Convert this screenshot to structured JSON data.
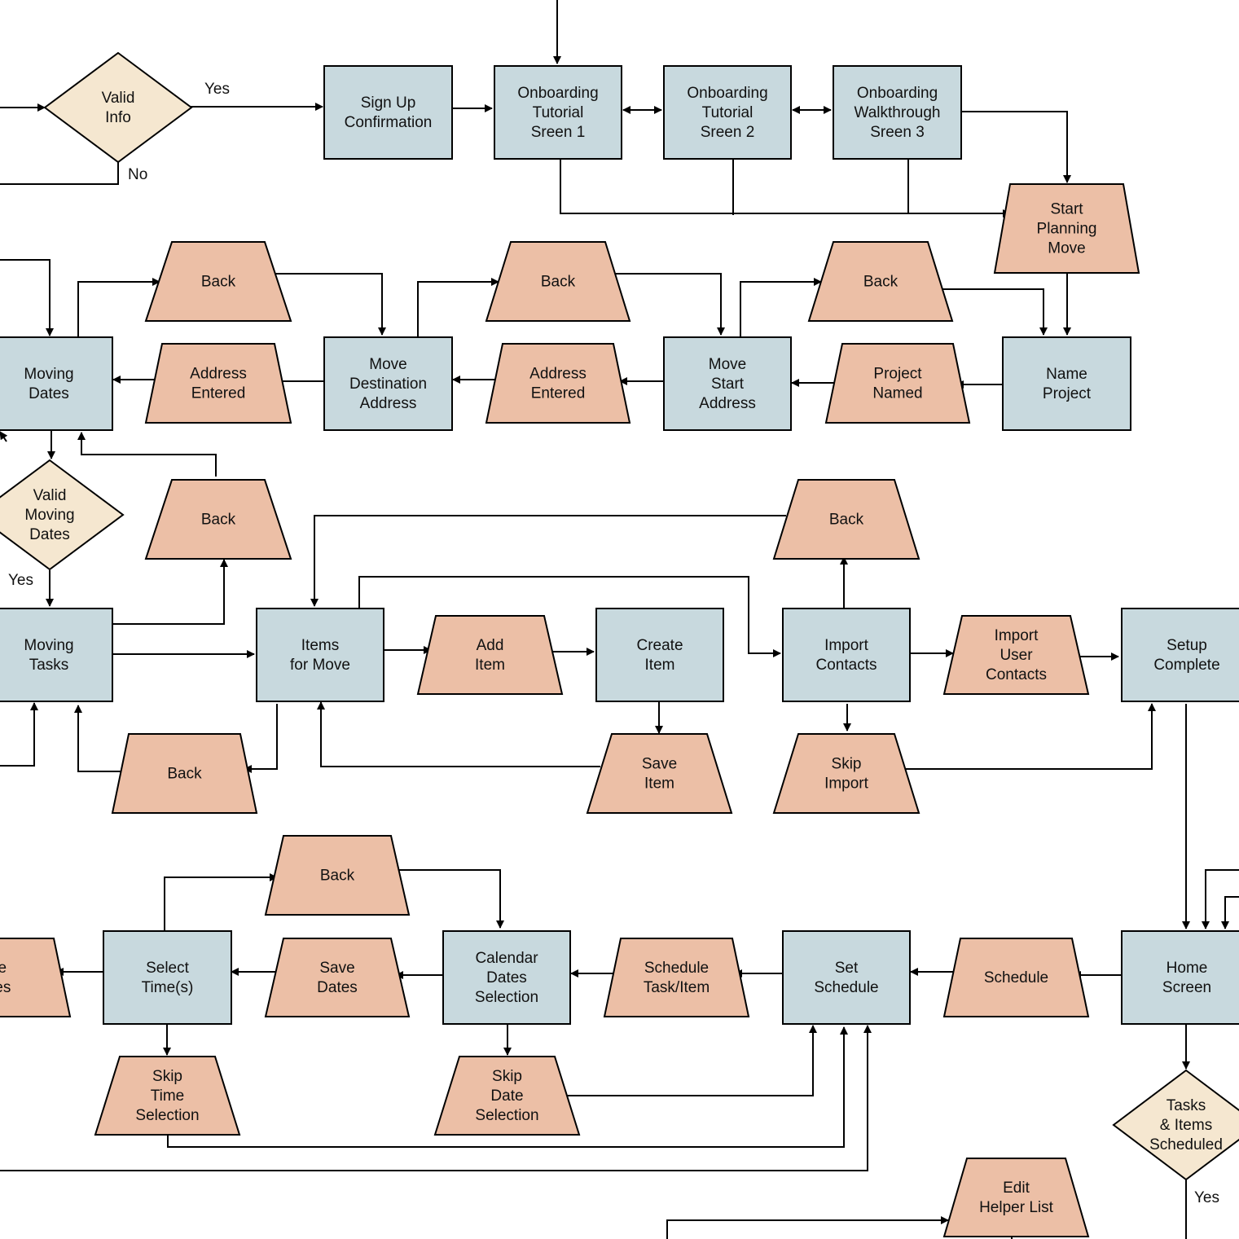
{
  "colors": {
    "screen": "#c8d9de",
    "action": "#ecbfa6",
    "decision": "#f5e7d0",
    "line": "#000000"
  },
  "nodes": {
    "valid_info": {
      "shape": "decision",
      "lines": [
        "Valid",
        "Info"
      ]
    },
    "sign_up_confirmation": {
      "shape": "screen",
      "lines": [
        "Sign Up",
        "Confirmation"
      ]
    },
    "onboarding_1": {
      "shape": "screen",
      "lines": [
        "Onboarding",
        "Tutorial",
        "Sreen 1"
      ]
    },
    "onboarding_2": {
      "shape": "screen",
      "lines": [
        "Onboarding",
        "Tutorial",
        "Sreen 2"
      ]
    },
    "onboarding_3": {
      "shape": "screen",
      "lines": [
        "Onboarding",
        "Walkthrough",
        "Sreen 3"
      ]
    },
    "start_planning_move": {
      "shape": "action",
      "lines": [
        "Start",
        "Planning",
        "Move"
      ]
    },
    "back_row2_1": {
      "shape": "action",
      "lines": [
        "Back"
      ]
    },
    "back_row2_2": {
      "shape": "action",
      "lines": [
        "Back"
      ]
    },
    "back_row2_3": {
      "shape": "action",
      "lines": [
        "Back"
      ]
    },
    "moving_dates": {
      "shape": "screen",
      "lines": [
        "Moving",
        "Dates"
      ]
    },
    "address_entered_1": {
      "shape": "action",
      "lines": [
        "Address",
        "Entered"
      ]
    },
    "move_destination_address": {
      "shape": "screen",
      "lines": [
        "Move",
        "Destination",
        "Address"
      ]
    },
    "address_entered_2": {
      "shape": "action",
      "lines": [
        "Address",
        "Entered"
      ]
    },
    "move_start_address": {
      "shape": "screen",
      "lines": [
        "Move",
        "Start",
        "Address"
      ]
    },
    "project_named": {
      "shape": "action",
      "lines": [
        "Project",
        "Named"
      ]
    },
    "name_project": {
      "shape": "screen",
      "lines": [
        "Name",
        "Project"
      ]
    },
    "valid_moving_dates": {
      "shape": "decision",
      "lines": [
        "Valid",
        "Moving",
        "Dates"
      ]
    },
    "back_dates": {
      "shape": "action",
      "lines": [
        "Back"
      ]
    },
    "back_import": {
      "shape": "action",
      "lines": [
        "Back"
      ]
    },
    "moving_tasks": {
      "shape": "screen",
      "lines": [
        "Moving",
        "Tasks"
      ]
    },
    "items_for_move": {
      "shape": "screen",
      "lines": [
        "Items",
        "for Move"
      ]
    },
    "add_item": {
      "shape": "action",
      "lines": [
        "Add",
        "Item"
      ]
    },
    "create_item": {
      "shape": "screen",
      "lines": [
        "Create",
        "Item"
      ]
    },
    "import_contacts": {
      "shape": "screen",
      "lines": [
        "Import",
        "Contacts"
      ]
    },
    "import_user_contacts": {
      "shape": "action",
      "lines": [
        "Import",
        "User",
        "Contacts"
      ]
    },
    "setup_complete": {
      "shape": "screen",
      "lines": [
        "Setup",
        "Complete"
      ]
    },
    "back_tasks": {
      "shape": "action",
      "lines": [
        "Back"
      ]
    },
    "save_item": {
      "shape": "action",
      "lines": [
        "Save",
        "Item"
      ]
    },
    "skip_import": {
      "shape": "action",
      "lines": [
        "Skip",
        "Import"
      ]
    },
    "back_calendar": {
      "shape": "action",
      "lines": [
        "Back"
      ]
    },
    "save_times_partial": {
      "shape": "action",
      "lines": [
        "ve",
        "nes"
      ]
    },
    "select_times": {
      "shape": "screen",
      "lines": [
        "Select",
        "Time(s)"
      ]
    },
    "save_dates": {
      "shape": "action",
      "lines": [
        "Save",
        "Dates"
      ]
    },
    "calendar_dates_selection": {
      "shape": "screen",
      "lines": [
        "Calendar",
        "Dates",
        "Selection"
      ]
    },
    "schedule_task_item": {
      "shape": "action",
      "lines": [
        "Schedule",
        "Task/Item"
      ]
    },
    "set_schedule": {
      "shape": "screen",
      "lines": [
        "Set",
        "Schedule"
      ]
    },
    "schedule": {
      "shape": "action",
      "lines": [
        "Schedule"
      ]
    },
    "home_screen": {
      "shape": "screen",
      "lines": [
        "Home",
        "Screen"
      ]
    },
    "skip_time_selection": {
      "shape": "action",
      "lines": [
        "Skip",
        "Time",
        "Selection"
      ]
    },
    "skip_date_selection": {
      "shape": "action",
      "lines": [
        "Skip",
        "Date",
        "Selection"
      ]
    },
    "tasks_items_scheduled": {
      "shape": "decision",
      "lines": [
        "Tasks",
        "& Items",
        "Scheduled"
      ]
    },
    "edit_helper_list": {
      "shape": "action",
      "lines": [
        "Edit",
        "Helper List"
      ]
    }
  },
  "edge_labels": {
    "valid_info_yes": "Yes",
    "valid_info_no": "No",
    "valid_moving_dates_yes": "Yes",
    "tasks_items_scheduled_yes": "Yes"
  }
}
